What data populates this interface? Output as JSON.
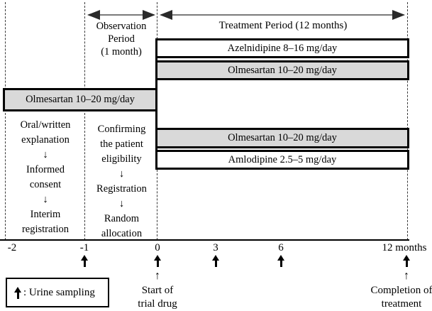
{
  "colors": {
    "bar_gray": "#d9d9d9",
    "arrow_line": "#7a7a7a",
    "border_black": "#000000"
  },
  "periods": {
    "observation": {
      "line1": "Observation",
      "line2": "Period",
      "line3": "(1 month)"
    },
    "treatment": "Treatment Period (12 months)"
  },
  "bars": {
    "run_in": "Olmesartan 10–20 mg/day",
    "group1_top": "Azelnidipine 8–16 mg/day",
    "group1_bottom": "Olmesartan 10–20 mg/day",
    "group2_top": "Olmesartan 10–20 mg/day",
    "group2_bottom": "Amlodipine 2.5–5 mg/day"
  },
  "pre_randomization": {
    "left_steps": [
      "Oral/written",
      "explanation",
      "↓",
      "Informed",
      "consent",
      "↓",
      "Interim",
      "registration"
    ],
    "middle_steps": [
      "Confirming",
      "the patient",
      "eligibility",
      "↓",
      "Registration",
      "↓",
      "Random",
      "allocation"
    ]
  },
  "timeline": {
    "ticks": [
      "-2",
      "-1",
      "0",
      "3",
      "6",
      "12 months"
    ]
  },
  "icons": {
    "up_arrow": "↑"
  },
  "annotations": {
    "start": {
      "line1": "Start of",
      "line2": "trial drug"
    },
    "completion": {
      "line1": "Completion of",
      "line2": "treatment"
    }
  },
  "legend": {
    "label": ": Urine sampling"
  }
}
